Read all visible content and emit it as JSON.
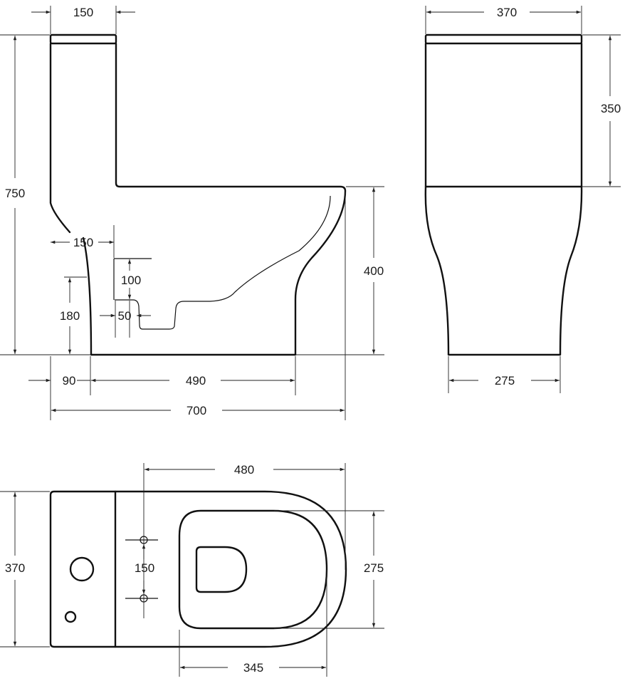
{
  "colors": {
    "line": "#111111",
    "background": "#ffffff"
  },
  "side_view": {
    "tank_depth": "150",
    "height_total": "750",
    "bowl_height": "400",
    "outlet_offset": "150",
    "outlet_height": "180",
    "inlet_height": "100",
    "outlet_diameter": "50",
    "front_gap": "90",
    "base_length": "490",
    "length_total": "700"
  },
  "front_view": {
    "width_top": "370",
    "tank_height": "350",
    "base_width": "275"
  },
  "top_view": {
    "depth": "480",
    "width": "370",
    "bolt_spacing": "150",
    "seat_width": "275",
    "seat_length": "345"
  }
}
